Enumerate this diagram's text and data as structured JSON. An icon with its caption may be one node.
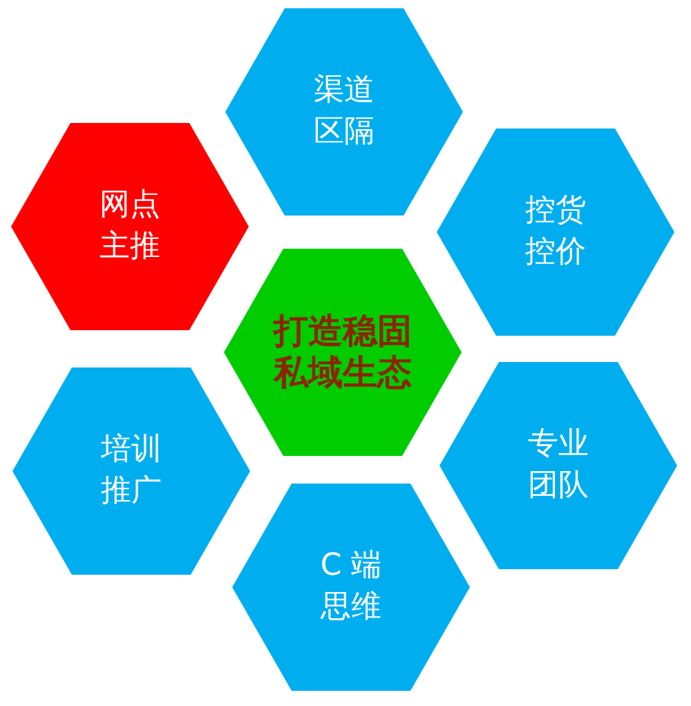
{
  "diagram": {
    "nodes": [
      {
        "text": [
          "渠道区隔"
        ]
      },
      {
        "text": [
          "网点主推"
        ]
      },
      {
        "text": [
          "控货控价"
        ]
      },
      {
        "text": [
          "打造稳固私域生态"
        ]
      },
      {
        "text": [
          "培训推广"
        ]
      },
      {
        "text": [
          "专业团队"
        ]
      },
      {
        "text": [
          "C 端思维"
        ]
      }
    ]
  }
}
